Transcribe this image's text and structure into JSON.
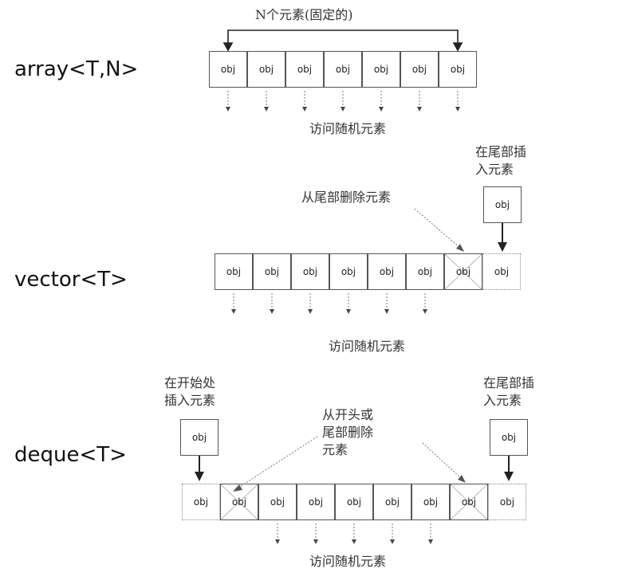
{
  "array": {
    "label": "array<T,N>",
    "header": "N个元素(固定的)",
    "cells": [
      "obj",
      "obj",
      "obj",
      "obj",
      "obj",
      "obj",
      "obj"
    ],
    "access_label": "访问随机元素"
  },
  "vector": {
    "label": "vector<T>",
    "cells": [
      "obj",
      "obj",
      "obj",
      "obj",
      "obj",
      "obj",
      "obj"
    ],
    "empty_slot": "obj",
    "insert_label_line1": "在尾部插",
    "insert_label_line2": "入元素",
    "insert_obj": "obj",
    "remove_label": "从尾部删除元素",
    "access_label": "访问随机元素"
  },
  "deque": {
    "label": "deque<T>",
    "front_slot": "obj",
    "cells": [
      "obj",
      "obj",
      "obj",
      "obj",
      "obj",
      "obj",
      "obj"
    ],
    "back_slot": "obj",
    "front_insert_line1": "在开始处",
    "front_insert_line2": "插入元素",
    "front_insert_obj": "obj",
    "back_insert_line1": "在尾部插",
    "back_insert_line2": "入元素",
    "back_insert_obj": "obj",
    "remove_line1": "从开头或",
    "remove_line2": "尾部删除",
    "remove_line3": "元素",
    "access_label": "访问随机元素"
  }
}
